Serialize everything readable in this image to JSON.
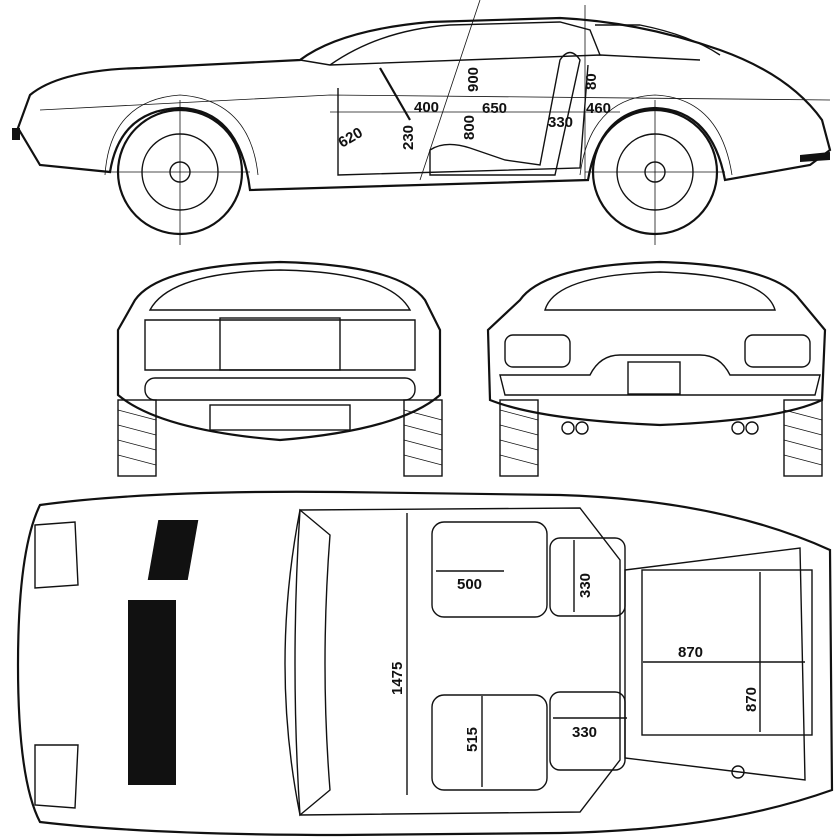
{
  "drawing": {
    "views": [
      "side",
      "front",
      "rear",
      "top"
    ],
    "line_color": "#111111",
    "background": "#ffffff"
  },
  "side_view": {
    "dimensions": {
      "leg_reach": "620",
      "pedal_offset": "400",
      "seat_height": "230",
      "seat_to_roof": "800",
      "headroom": "900",
      "seat_length": "650",
      "roof_clearance": "80",
      "rear_reach": "460",
      "seatback": "330"
    }
  },
  "top_view": {
    "dimensions": {
      "seat_width": "500",
      "console_left": "330",
      "interior_width": "1475",
      "seat_depth": "515",
      "console_right": "330",
      "luggage_length": "870",
      "luggage_width": "870"
    }
  }
}
